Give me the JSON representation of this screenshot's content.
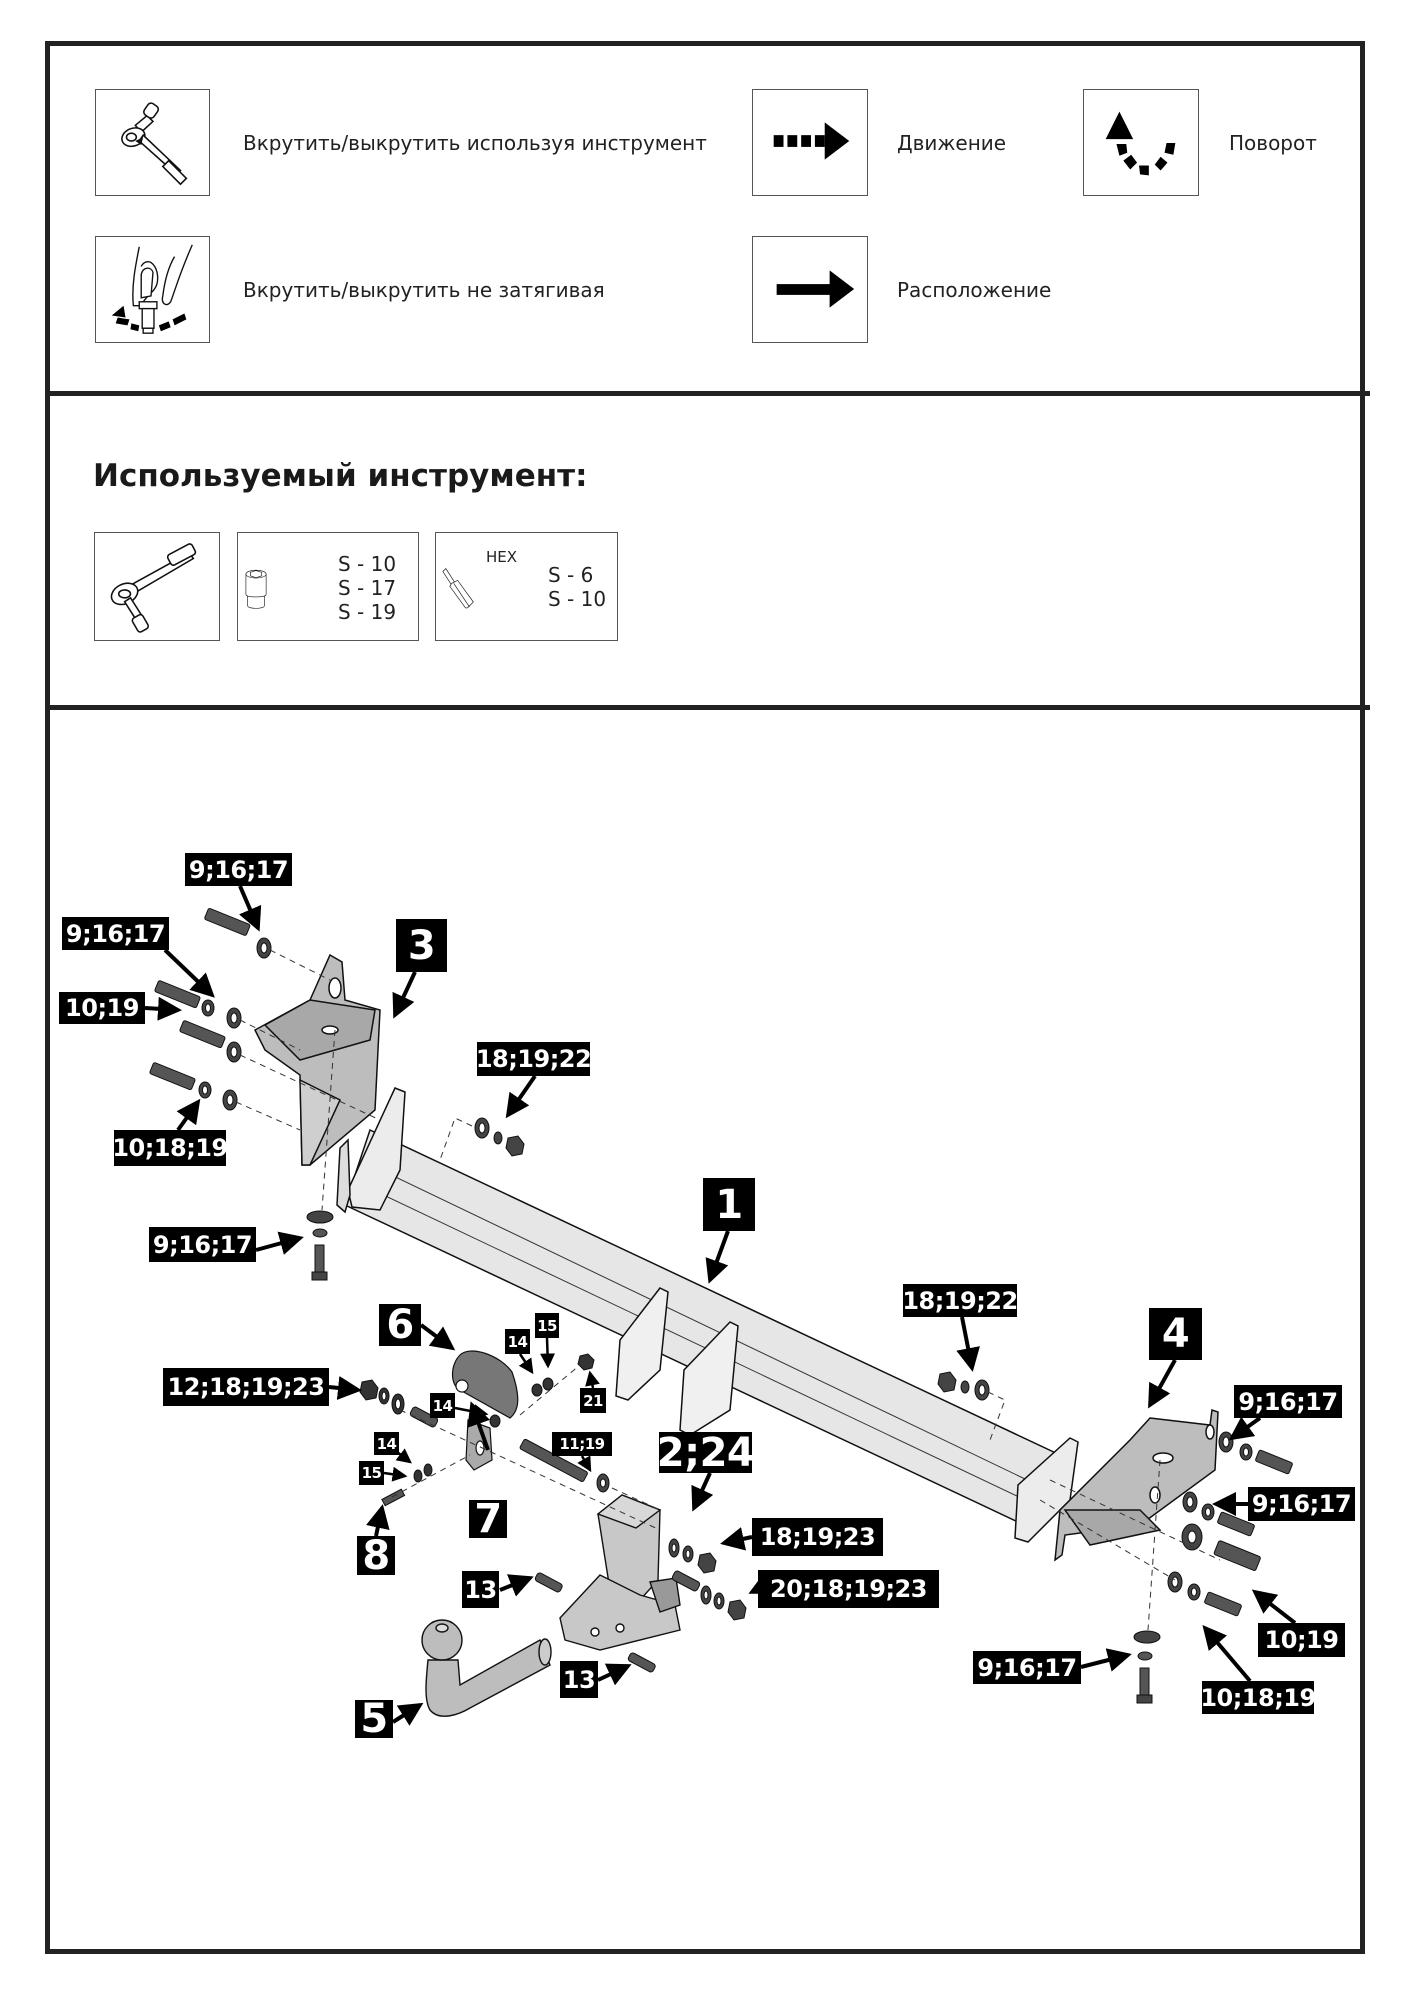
{
  "legend": {
    "items": [
      {
        "icon": "ratchet-wrench-icon",
        "label": "Вкрутить/выкрутить используя инструмент"
      },
      {
        "icon": "dashed-arrow-icon",
        "label": "Движение"
      },
      {
        "icon": "rotate-arrow-icon",
        "label": "Поворот"
      },
      {
        "icon": "hand-tighten-icon",
        "label": "Вкрутить/выкрутить не затягивая"
      },
      {
        "icon": "solid-arrow-icon",
        "label": "Расположение"
      }
    ]
  },
  "tools": {
    "heading": "Используемый инструмент:",
    "items": [
      {
        "icon": "ratchet-wrench-icon"
      },
      {
        "icon": "socket-icon",
        "sizes": [
          "S - 10",
          "S - 17",
          "S - 19"
        ]
      },
      {
        "icon": "hex-bit-icon",
        "type": "HEX",
        "sizes": [
          "S - 6",
          "S - 10"
        ]
      }
    ]
  },
  "diagram": {
    "parts": {
      "p1": "1",
      "p3": "3",
      "p4": "4",
      "p5": "5",
      "p6": "6",
      "p7": "7",
      "p8": "8",
      "p2_24": "2;24",
      "p13a": "13",
      "p13b": "13",
      "p21": "21"
    },
    "fasteners": {
      "l_top": "9;16;17",
      "l_second": "9;16;17",
      "l_10_19": "10;19",
      "l_10_18_19": "10;18;19",
      "l_bottom": "9;16;17",
      "l_nut": "18;19;22",
      "r_nut": "18;19;22",
      "r_top": "9;16;17",
      "r_second": "9;16;17",
      "r_10_19": "10;19",
      "r_10_18_19": "10;18;19",
      "r_bottom": "9;16;17",
      "socket_nut": "12;18;19;23",
      "w14_top": "14",
      "w15_top": "15",
      "w14_mid": "14",
      "w14_left": "14",
      "w15_left": "15",
      "bolt_11_19": "11;19",
      "hitch_upper": "18;19;23",
      "hitch_lower": "20;18;19;23"
    }
  }
}
